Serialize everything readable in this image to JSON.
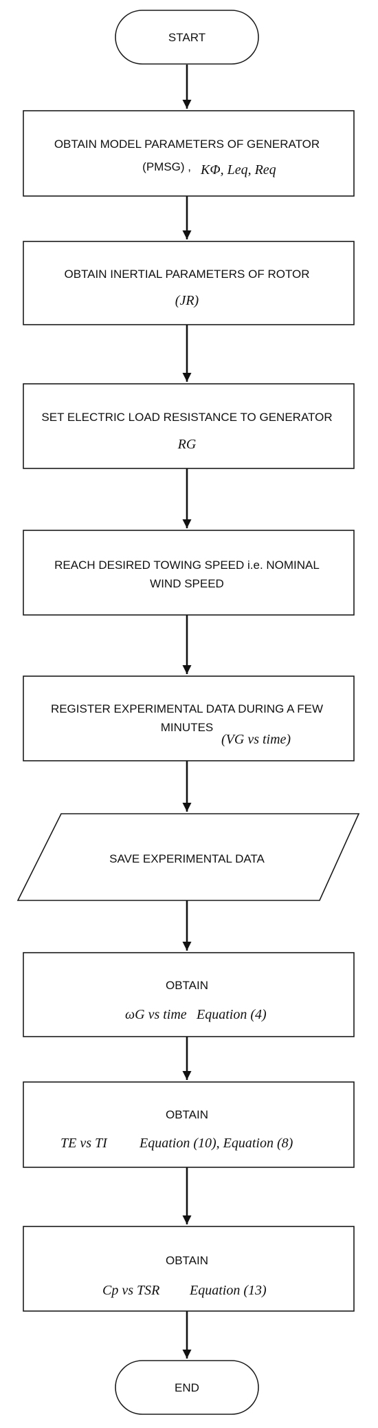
{
  "flowchart": {
    "start": "START",
    "step1": {
      "line1": "OBTAIN MODEL PARAMETERS OF GENERATOR",
      "line2": "(PMSG) ,",
      "math": "KΦ, Leq, Req"
    },
    "step2": {
      "line1": "OBTAIN INERTIAL PARAMETERS OF ROTOR",
      "math": "(JR)"
    },
    "step3": {
      "line1": "SET ELECTRIC LOAD RESISTANCE TO GENERATOR",
      "math": "RG"
    },
    "step4": {
      "line1": "REACH DESIRED TOWING SPEED i.e. NOMINAL",
      "line2": "WIND SPEED"
    },
    "step5": {
      "line1": "REGISTER EXPERIMENTAL DATA DURING A FEW",
      "line2": "MINUTES",
      "math": "(VG vs time)"
    },
    "step6": {
      "line1": "SAVE EXPERIMENTAL DATA"
    },
    "step7": {
      "line1": "OBTAIN",
      "math": "ωG vs time",
      "equation": "Equation (4)"
    },
    "step8": {
      "line1": "OBTAIN",
      "math": "TE vs TI",
      "equation": "Equation (10), Equation (8)"
    },
    "step9": {
      "line1": "OBTAIN",
      "math": "Cp vs TSR",
      "equation": "Equation (13)"
    },
    "end": "END"
  }
}
